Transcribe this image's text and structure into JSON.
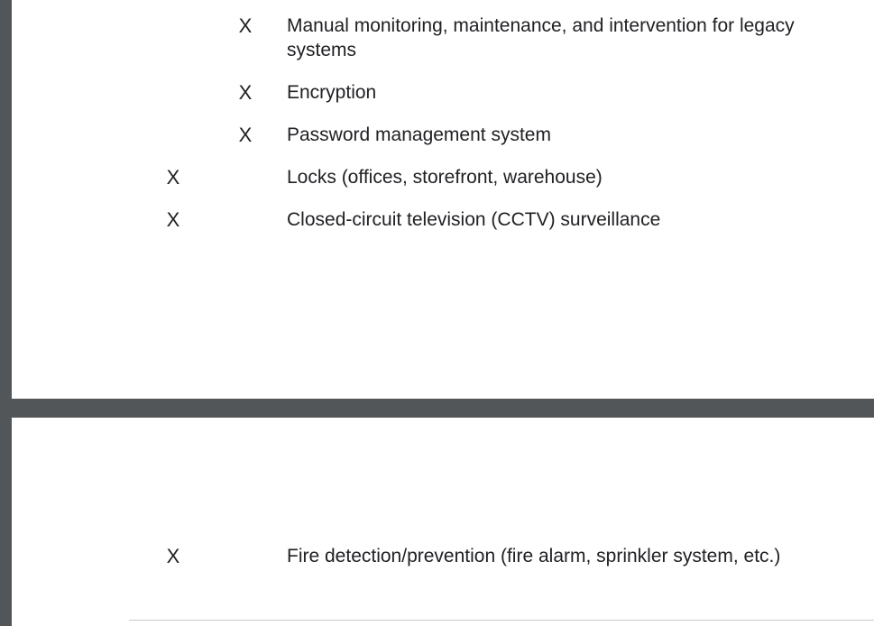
{
  "page_top": {
    "rows": [
      {
        "mark_col1": "",
        "mark_col2": "X",
        "label": "Manual monitoring, maintenance, and intervention for legacy systems"
      },
      {
        "mark_col1": "",
        "mark_col2": "X",
        "label": "Encryption"
      },
      {
        "mark_col1": "",
        "mark_col2": "X",
        "label": "Password management system"
      },
      {
        "mark_col1": "X",
        "mark_col2": "",
        "label": "Locks (offices, storefront, warehouse)"
      },
      {
        "mark_col1": "X",
        "mark_col2": "",
        "label": "Closed-circuit television (CCTV) surveillance"
      }
    ]
  },
  "page_bottom": {
    "rows": [
      {
        "mark_col1": "X",
        "mark_col2": "",
        "label": "Fire detection/prevention (fire alarm, sprinkler system, etc.)"
      }
    ]
  }
}
